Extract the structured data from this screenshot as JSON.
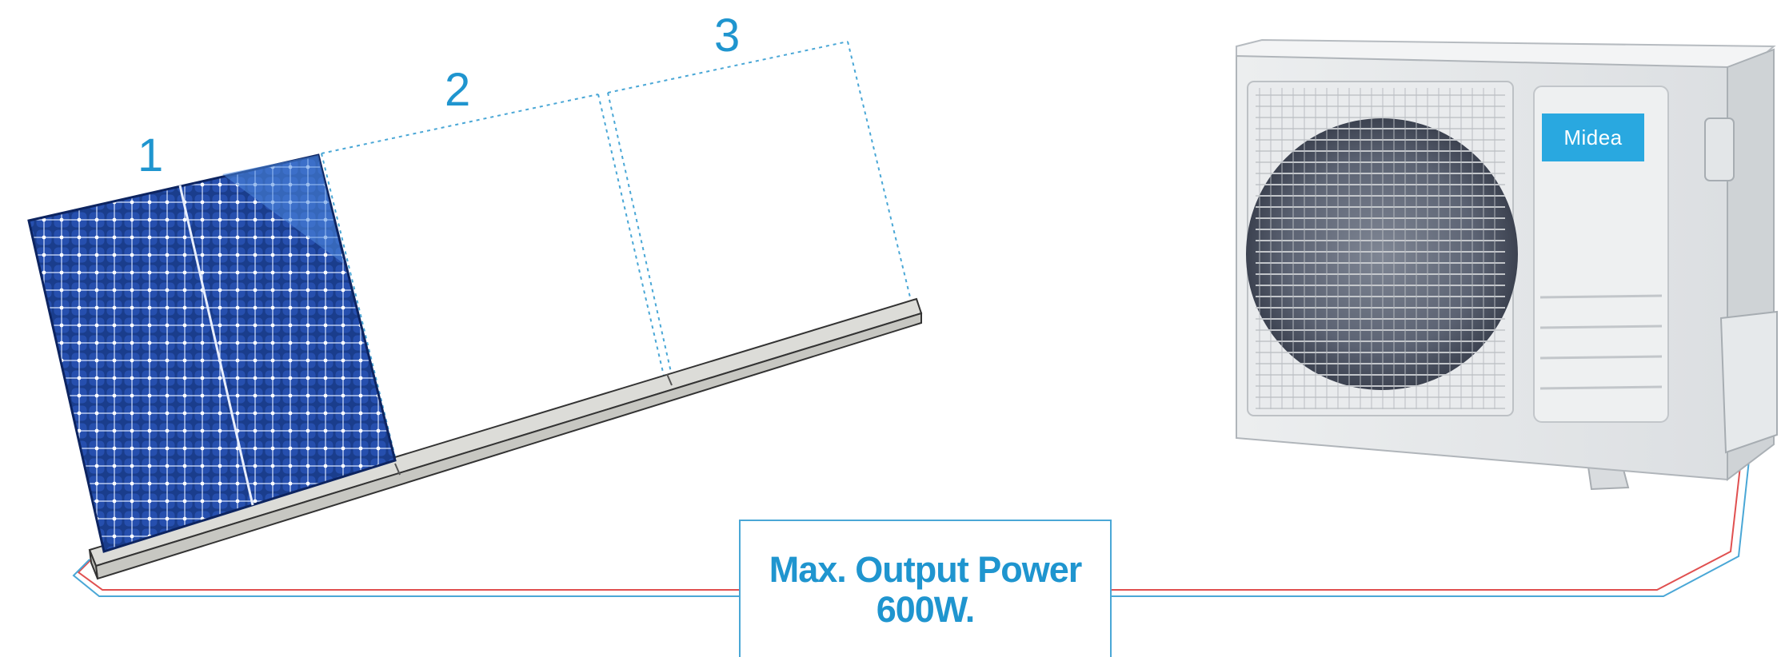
{
  "slots": {
    "one": "1",
    "two": "2",
    "three": "3"
  },
  "power_box": {
    "line1": "Max. Output Power",
    "line2": "600W."
  },
  "brand_label": "Midea",
  "icons": {
    "panel": "solar-panel-icon",
    "unit": "ac-outdoor-unit-icon",
    "fan": "fan-grille-icon"
  },
  "colors": {
    "accent": "#1f95cf",
    "panel": "#1a3d8c",
    "wire_red": "#e05050",
    "wire_blue": "#4aa7d6",
    "brand": "#29a8e0"
  }
}
